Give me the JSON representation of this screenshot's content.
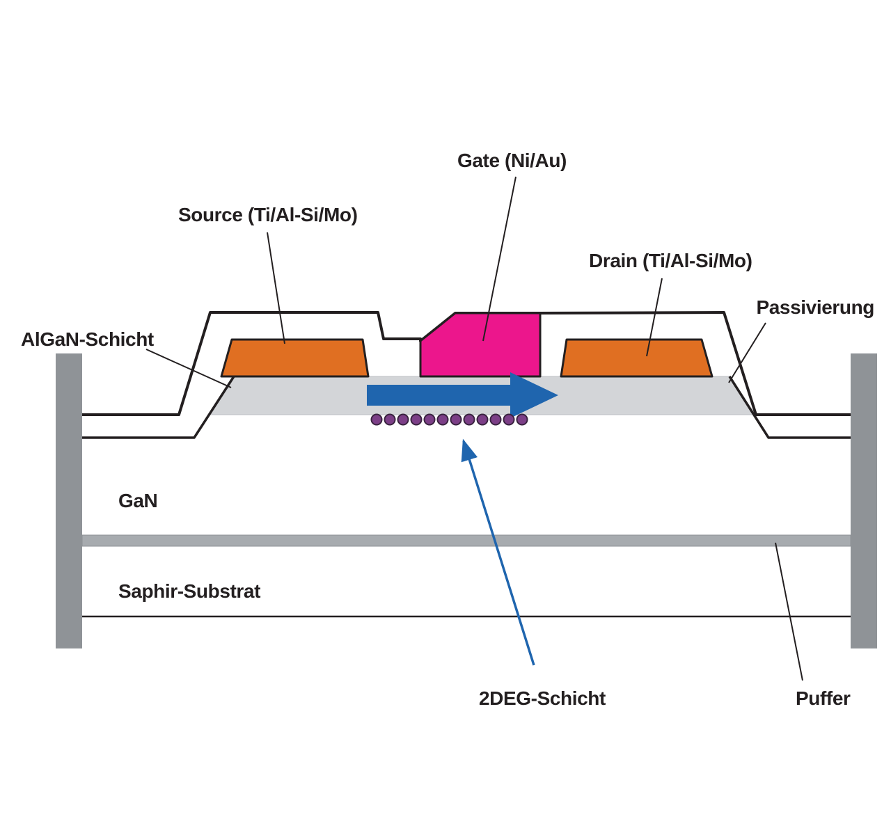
{
  "diagram": {
    "subject": "GaN-HEMT cross-section schematic",
    "labels": {
      "gate": "Gate (Ni/Au)",
      "source": "Source (Ti/Al-Si/Mo)",
      "drain": "Drain (Ti/Al-Si/Mo)",
      "passivierung": "Passivierung",
      "algan_schicht": "AlGaN-Schicht",
      "gan": "GaN",
      "saphir_substrat": "Saphir-Substrat",
      "deg_schicht": "2DEG-Schicht",
      "puffer": "Puffer"
    },
    "colors": {
      "contact_orange": "#e06f22",
      "gate_pink": "#ec168c",
      "arrow_blue": "#1f65ae",
      "algan_gray": "#d3d5d8",
      "bar_gray": "#8f9397",
      "buffer_gray": "#a7abaf",
      "electron_purple": "#7c3f87",
      "outline_black": "#231f20",
      "background": "#ffffff"
    },
    "electron_count": 12
  }
}
